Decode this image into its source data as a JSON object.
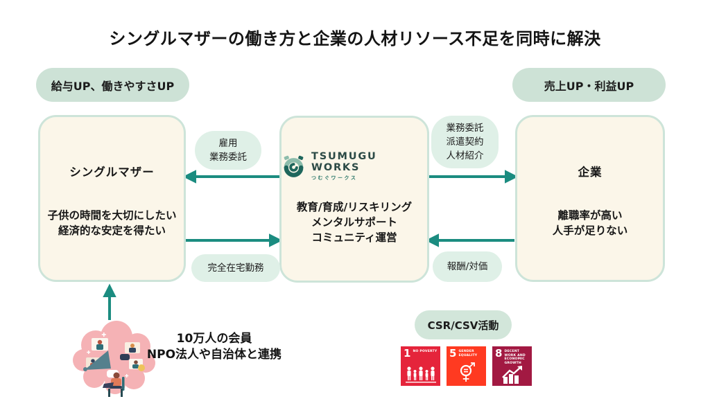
{
  "title": "シングルマザーの働き方と企業の人材リソース不足を同時に解決",
  "benefit_left": "給与UP、働きやすさUP",
  "benefit_right": "売上UP・利益UP",
  "boxes": {
    "left": {
      "title": "シングルマザー",
      "lines": [
        "子供の時間を大切にしたい",
        "経済的な安定を得たい"
      ]
    },
    "center": {
      "logo": {
        "name": "TSUMUGU WORKS",
        "subtitle": "つむぐワークス"
      },
      "lines": [
        "教育/育成/リスキリング",
        "メンタルサポート",
        "コミュニティ運営"
      ]
    },
    "right": {
      "title": "企業",
      "lines": [
        "離職率が高い",
        "人手が足りない"
      ]
    }
  },
  "flow": {
    "left_top": {
      "lines": [
        "雇用",
        "業務委託"
      ]
    },
    "left_bottom": {
      "lines": [
        "完全在宅勤務"
      ]
    },
    "right_top": {
      "lines": [
        "業務委託",
        "派遣契約",
        "人材紹介"
      ]
    },
    "right_bottom": {
      "lines": [
        "報酬/対価"
      ]
    }
  },
  "community": {
    "lines": [
      "10万人の会員",
      "NPO法人や自治体と連携"
    ]
  },
  "csr": {
    "label": "CSR/CSV活動",
    "sdgs": [
      {
        "number": "1",
        "label": "No Poverty",
        "color": "#e5243b",
        "icon": "family-figures-icon"
      },
      {
        "number": "5",
        "label": "Gender Equality",
        "color": "#ff3a21",
        "icon": "gender-equality-icon"
      },
      {
        "number": "8",
        "label": "Decent Work and Economic Growth",
        "color": "#a21942",
        "icon": "growth-chart-icon"
      }
    ]
  },
  "colors": {
    "arrow_teal": "#1b8c80",
    "benefit_pill_green": "#cde2d6",
    "flow_label_green": "#dff0e7",
    "box_cream": "#fbf6e9",
    "box_border_green": "#cde4d9",
    "logo_dark_teal": "#1e665c",
    "logo_sage": "#8cbcab",
    "illustration_pink": "#f5b2b5"
  }
}
